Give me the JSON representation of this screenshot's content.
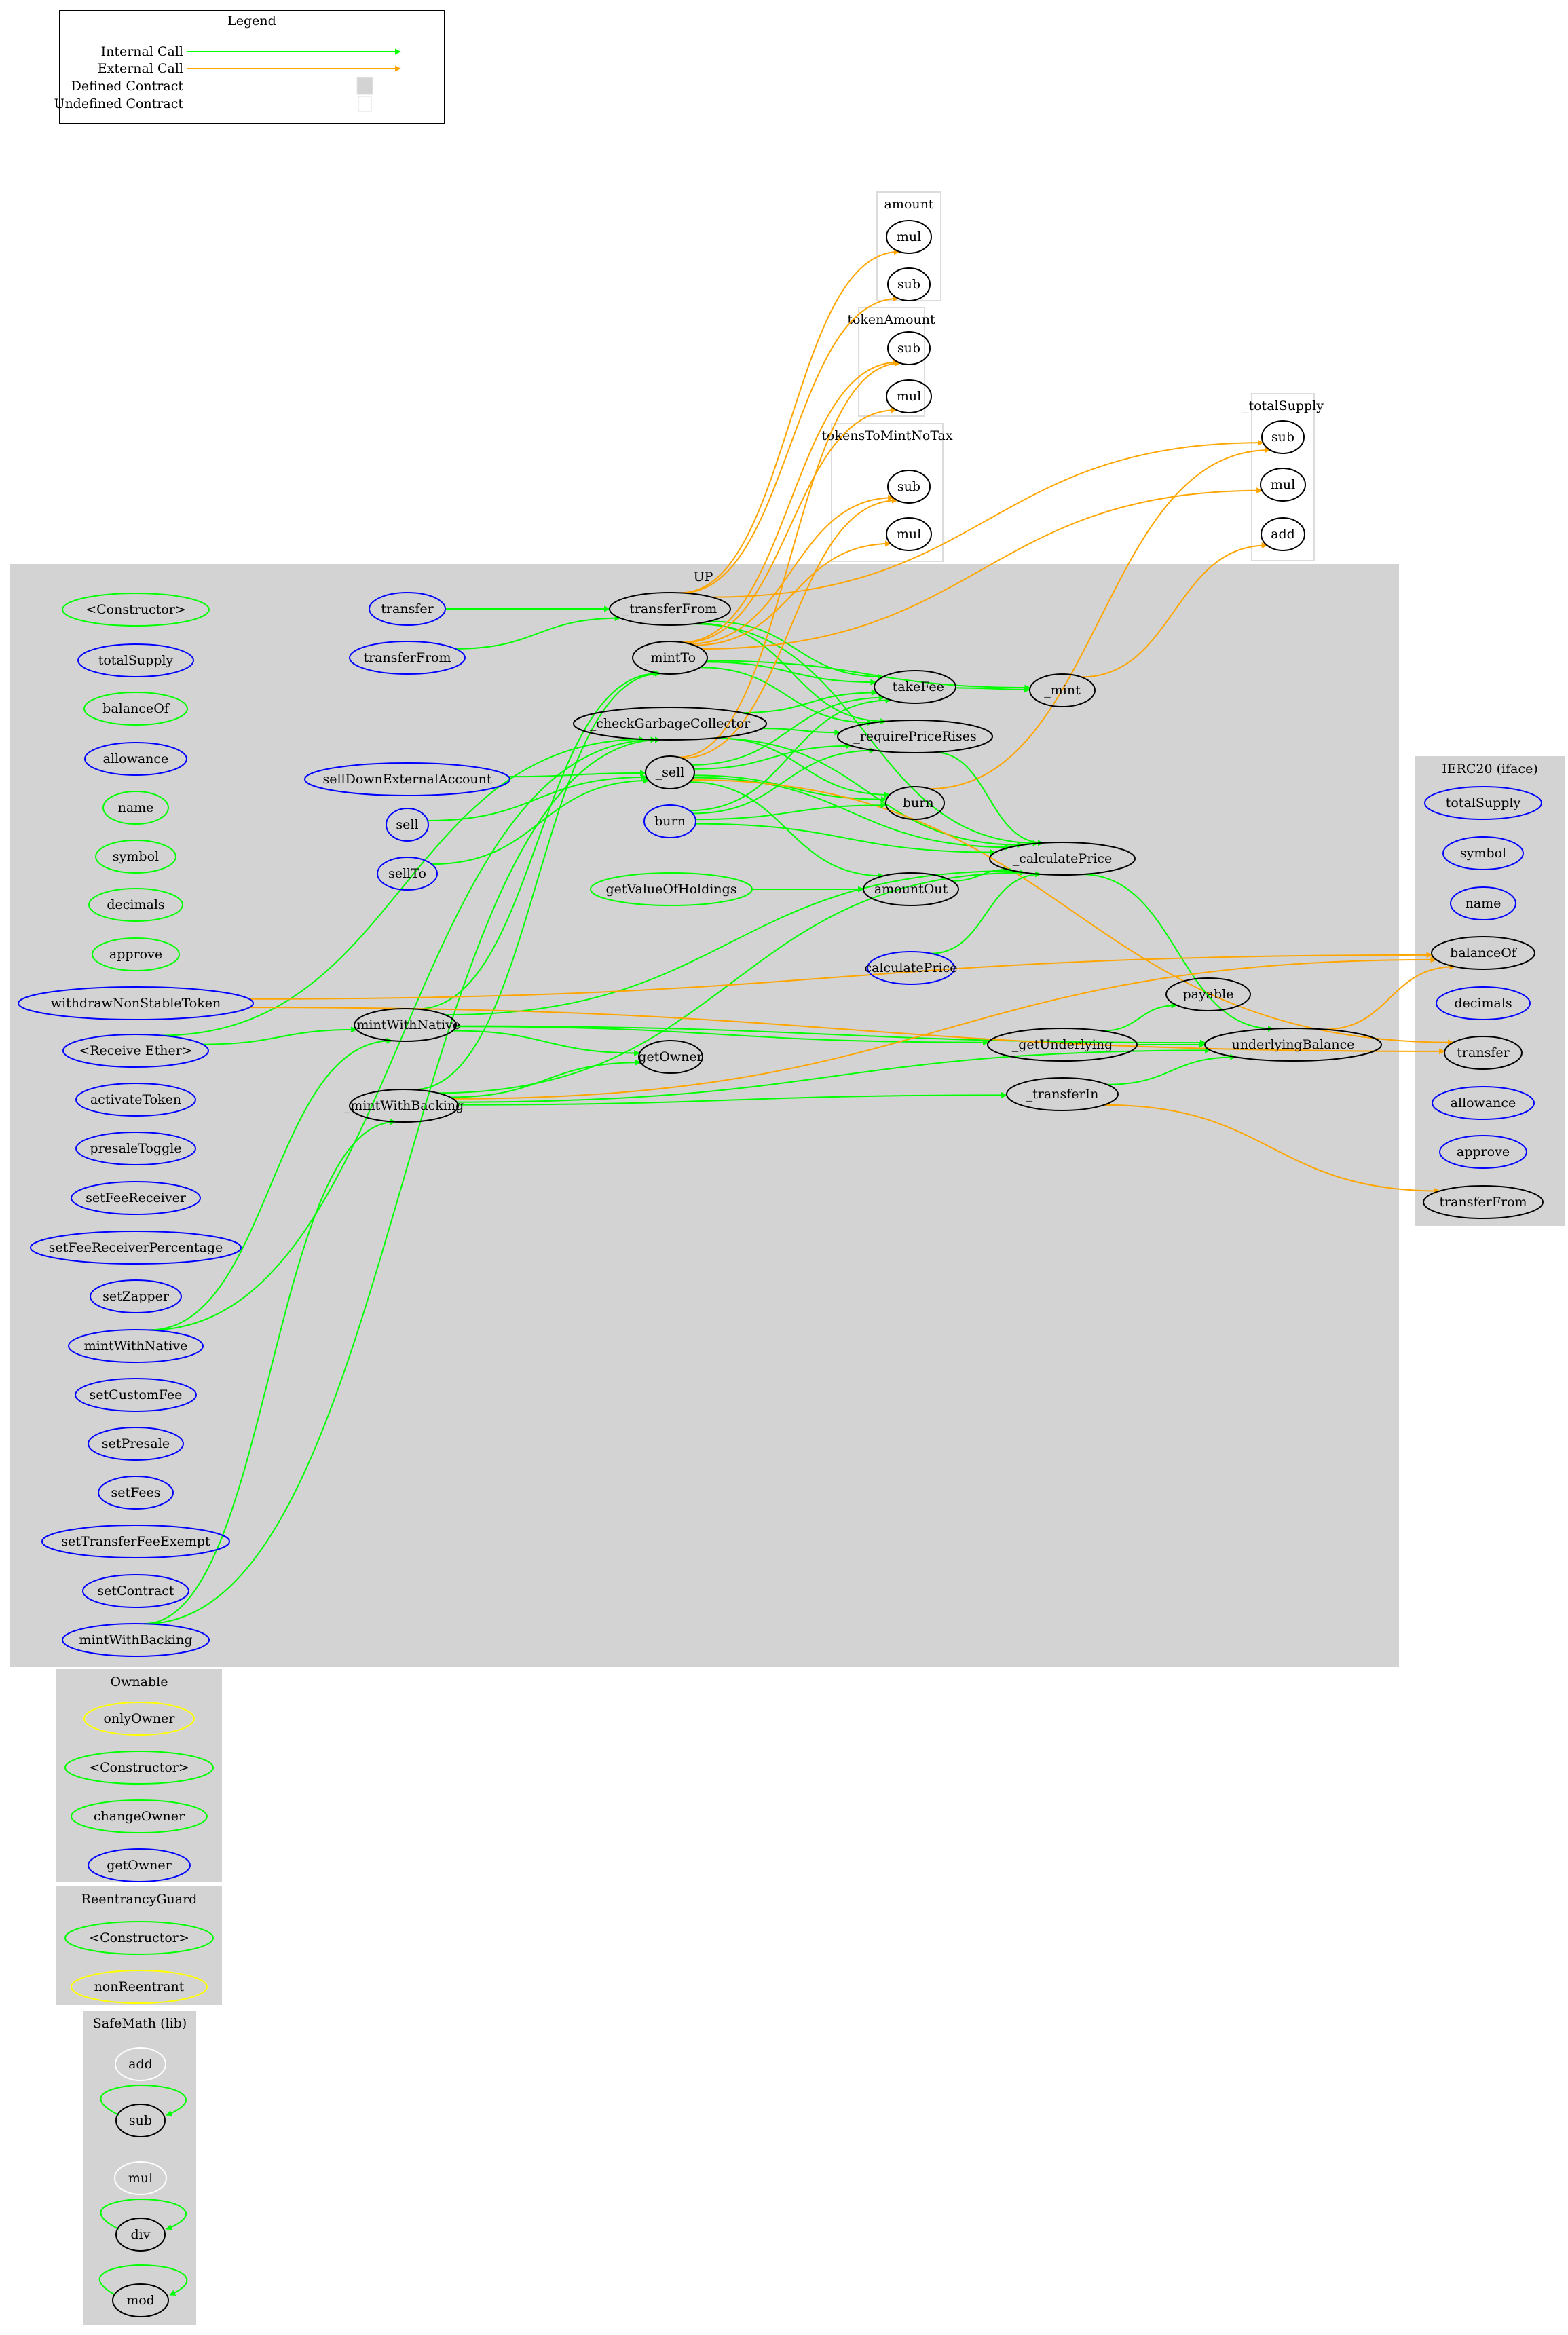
{
  "legend": {
    "title": "Legend",
    "items": [
      {
        "label": "Internal Call",
        "kind": "edge",
        "color": "#00ff00"
      },
      {
        "label": "External Call",
        "kind": "edge",
        "color": "#ffa500"
      },
      {
        "label": "Defined Contract",
        "kind": "box",
        "color": "#d3d3d3"
      },
      {
        "label": "Undefined Contract",
        "kind": "box",
        "color": "#ffffff"
      }
    ]
  },
  "colors": {
    "internal": "#00ff00",
    "external": "#ffa500",
    "defined_fill": "#d3d3d3",
    "public": "#0000ff",
    "internal_fn": "#00ff00",
    "modifier": "#ffff00",
    "other": "#000000",
    "unused": "#ffffff"
  },
  "clusters": [
    {
      "id": "UP",
      "label": "UP",
      "defined": true
    },
    {
      "id": "IERC20",
      "label": "IERC20  (iface)",
      "defined": true
    },
    {
      "id": "Ownable",
      "label": "Ownable",
      "defined": true
    },
    {
      "id": "ReentrancyGuard",
      "label": "ReentrancyGuard",
      "defined": true
    },
    {
      "id": "SafeMath",
      "label": "SafeMath  (lib)",
      "defined": true
    },
    {
      "id": "amount",
      "label": "amount",
      "defined": false
    },
    {
      "id": "tokenAmount",
      "label": "tokenAmount",
      "defined": false
    },
    {
      "id": "tokensToMintNoTax",
      "label": "tokensToMintNoTax",
      "defined": false
    },
    {
      "id": "_totalSupply",
      "label": "_totalSupply",
      "defined": false
    }
  ],
  "nodes": [
    {
      "id": "up_constructor",
      "label": "<Constructor>",
      "cluster": "UP",
      "color": "internal_fn"
    },
    {
      "id": "up_totalSupply",
      "label": "totalSupply",
      "cluster": "UP",
      "color": "public"
    },
    {
      "id": "up_balanceOf",
      "label": "balanceOf",
      "cluster": "UP",
      "color": "internal_fn"
    },
    {
      "id": "up_allowance",
      "label": "allowance",
      "cluster": "UP",
      "color": "public"
    },
    {
      "id": "up_name",
      "label": "name",
      "cluster": "UP",
      "color": "internal_fn"
    },
    {
      "id": "up_symbol",
      "label": "symbol",
      "cluster": "UP",
      "color": "internal_fn"
    },
    {
      "id": "up_decimals",
      "label": "decimals",
      "cluster": "UP",
      "color": "internal_fn"
    },
    {
      "id": "up_approve",
      "label": "approve",
      "cluster": "UP",
      "color": "internal_fn"
    },
    {
      "id": "up_withdrawNonStableToken",
      "label": "withdrawNonStableToken",
      "cluster": "UP",
      "color": "public"
    },
    {
      "id": "up_receive",
      "label": "<Receive Ether>",
      "cluster": "UP",
      "color": "public"
    },
    {
      "id": "up_activateToken",
      "label": "activateToken",
      "cluster": "UP",
      "color": "public"
    },
    {
      "id": "up_presaleToggle",
      "label": "presaleToggle",
      "cluster": "UP",
      "color": "public"
    },
    {
      "id": "up_setFeeReceiver",
      "label": "setFeeReceiver",
      "cluster": "UP",
      "color": "public"
    },
    {
      "id": "up_setFeeReceiverPercentage",
      "label": "setFeeReceiverPercentage",
      "cluster": "UP",
      "color": "public"
    },
    {
      "id": "up_setZapper",
      "label": "setZapper",
      "cluster": "UP",
      "color": "public"
    },
    {
      "id": "up_mintWithNative",
      "label": "mintWithNative",
      "cluster": "UP",
      "color": "public"
    },
    {
      "id": "up_setCustomFee",
      "label": "setCustomFee",
      "cluster": "UP",
      "color": "public"
    },
    {
      "id": "up_setPresale",
      "label": "setPresale",
      "cluster": "UP",
      "color": "public"
    },
    {
      "id": "up_setFees",
      "label": "setFees",
      "cluster": "UP",
      "color": "public"
    },
    {
      "id": "up_setTransferFeeExempt",
      "label": "setTransferFeeExempt",
      "cluster": "UP",
      "color": "public"
    },
    {
      "id": "up_setContract",
      "label": "setContract",
      "cluster": "UP",
      "color": "public"
    },
    {
      "id": "up_mintWithBacking",
      "label": "mintWithBacking",
      "cluster": "UP",
      "color": "public"
    },
    {
      "id": "up_transfer",
      "label": "transfer",
      "cluster": "UP",
      "color": "public"
    },
    {
      "id": "up_transferFrom",
      "label": "transferFrom",
      "cluster": "UP",
      "color": "public"
    },
    {
      "id": "up_sellDownExternalAccount",
      "label": "sellDownExternalAccount",
      "cluster": "UP",
      "color": "public"
    },
    {
      "id": "up_sell",
      "label": "sell",
      "cluster": "UP",
      "color": "public"
    },
    {
      "id": "up_sellTo",
      "label": "sellTo",
      "cluster": "UP",
      "color": "public"
    },
    {
      "id": "up__mintWithNative",
      "label": "_mintWithNative",
      "cluster": "UP",
      "color": "other"
    },
    {
      "id": "up__mintWithBacking",
      "label": "_mintWithBacking",
      "cluster": "UP",
      "color": "other"
    },
    {
      "id": "up__transferFrom",
      "label": "_transferFrom",
      "cluster": "UP",
      "color": "other"
    },
    {
      "id": "up__mintTo",
      "label": "_mintTo",
      "cluster": "UP",
      "color": "other"
    },
    {
      "id": "up__checkGarbageCollector",
      "label": "_checkGarbageCollector",
      "cluster": "UP",
      "color": "other"
    },
    {
      "id": "up__sell",
      "label": "_sell",
      "cluster": "UP",
      "color": "other"
    },
    {
      "id": "up_burn",
      "label": "burn",
      "cluster": "UP",
      "color": "public"
    },
    {
      "id": "up_getValueOfHoldings",
      "label": "getValueOfHoldings",
      "cluster": "UP",
      "color": "internal_fn"
    },
    {
      "id": "up_getOwner",
      "label": "getOwner",
      "cluster": "UP",
      "color": "other"
    },
    {
      "id": "up__takeFee",
      "label": "_takeFee",
      "cluster": "UP",
      "color": "other"
    },
    {
      "id": "up__requirePriceRises",
      "label": "_requirePriceRises",
      "cluster": "UP",
      "color": "other"
    },
    {
      "id": "up__burn",
      "label": "_burn",
      "cluster": "UP",
      "color": "other"
    },
    {
      "id": "up_amountOut",
      "label": "amountOut",
      "cluster": "UP",
      "color": "other"
    },
    {
      "id": "up_calculatePrice",
      "label": "calculatePrice",
      "cluster": "UP",
      "color": "public"
    },
    {
      "id": "up__mint",
      "label": "_mint",
      "cluster": "UP",
      "color": "other"
    },
    {
      "id": "up__calculatePrice",
      "label": "_calculatePrice",
      "cluster": "UP",
      "color": "other"
    },
    {
      "id": "up_payable",
      "label": "payable",
      "cluster": "UP",
      "color": "other"
    },
    {
      "id": "up__getUnderlying",
      "label": "_getUnderlying",
      "cluster": "UP",
      "color": "other"
    },
    {
      "id": "up_underlyingBalance",
      "label": "underlyingBalance",
      "cluster": "UP",
      "color": "other"
    },
    {
      "id": "up__transferIn",
      "label": "_transferIn",
      "cluster": "UP",
      "color": "other"
    },
    {
      "id": "amount_mul",
      "label": "mul",
      "cluster": "amount",
      "color": "other"
    },
    {
      "id": "amount_sub",
      "label": "sub",
      "cluster": "amount",
      "color": "other"
    },
    {
      "id": "tokenAmount_sub",
      "label": "sub",
      "cluster": "tokenAmount",
      "color": "other"
    },
    {
      "id": "tokenAmount_mul",
      "label": "mul",
      "cluster": "tokenAmount",
      "color": "other"
    },
    {
      "id": "ttm_sub",
      "label": "sub",
      "cluster": "tokensToMintNoTax",
      "color": "other"
    },
    {
      "id": "ttm_mul",
      "label": "mul",
      "cluster": "tokensToMintNoTax",
      "color": "other"
    },
    {
      "id": "ts_sub",
      "label": "sub",
      "cluster": "_totalSupply",
      "color": "other"
    },
    {
      "id": "ts_mul",
      "label": "mul",
      "cluster": "_totalSupply",
      "color": "other"
    },
    {
      "id": "ts_add",
      "label": "add",
      "cluster": "_totalSupply",
      "color": "other"
    },
    {
      "id": "ierc_totalSupply",
      "label": "totalSupply",
      "cluster": "IERC20",
      "color": "public"
    },
    {
      "id": "ierc_symbol",
      "label": "symbol",
      "cluster": "IERC20",
      "color": "public"
    },
    {
      "id": "ierc_name",
      "label": "name",
      "cluster": "IERC20",
      "color": "public"
    },
    {
      "id": "ierc_balanceOf",
      "label": "balanceOf",
      "cluster": "IERC20",
      "color": "other"
    },
    {
      "id": "ierc_decimals",
      "label": "decimals",
      "cluster": "IERC20",
      "color": "public"
    },
    {
      "id": "ierc_transfer",
      "label": "transfer",
      "cluster": "IERC20",
      "color": "other"
    },
    {
      "id": "ierc_allowance",
      "label": "allowance",
      "cluster": "IERC20",
      "color": "public"
    },
    {
      "id": "ierc_approve",
      "label": "approve",
      "cluster": "IERC20",
      "color": "public"
    },
    {
      "id": "ierc_transferFrom",
      "label": "transferFrom",
      "cluster": "IERC20",
      "color": "other"
    },
    {
      "id": "own_onlyOwner",
      "label": "onlyOwner",
      "cluster": "Ownable",
      "color": "modifier"
    },
    {
      "id": "own_constructor",
      "label": "<Constructor>",
      "cluster": "Ownable",
      "color": "internal_fn"
    },
    {
      "id": "own_changeOwner",
      "label": "changeOwner",
      "cluster": "Ownable",
      "color": "internal_fn"
    },
    {
      "id": "own_getOwner",
      "label": "getOwner",
      "cluster": "Ownable",
      "color": "public"
    },
    {
      "id": "rg_constructor",
      "label": "<Constructor>",
      "cluster": "ReentrancyGuard",
      "color": "internal_fn"
    },
    {
      "id": "rg_nonReentrant",
      "label": "nonReentrant",
      "cluster": "ReentrancyGuard",
      "color": "modifier"
    },
    {
      "id": "sm_add",
      "label": "add",
      "cluster": "SafeMath",
      "color": "unused"
    },
    {
      "id": "sm_sub",
      "label": "sub",
      "cluster": "SafeMath",
      "color": "other"
    },
    {
      "id": "sm_mul",
      "label": "mul",
      "cluster": "SafeMath",
      "color": "unused"
    },
    {
      "id": "sm_div",
      "label": "div",
      "cluster": "SafeMath",
      "color": "other"
    },
    {
      "id": "sm_mod",
      "label": "mod",
      "cluster": "SafeMath",
      "color": "other"
    }
  ],
  "edges": [
    {
      "from": "up_transfer",
      "to": "up__transferFrom",
      "type": "internal"
    },
    {
      "from": "up_transferFrom",
      "to": "up__transferFrom",
      "type": "internal"
    },
    {
      "from": "up__transferFrom",
      "to": "up__takeFee",
      "type": "internal"
    },
    {
      "from": "up__transferFrom",
      "to": "up__requirePriceRises",
      "type": "internal"
    },
    {
      "from": "up__transferFrom",
      "to": "up__calculatePrice",
      "type": "internal"
    },
    {
      "from": "up__transferFrom",
      "to": "amount_mul",
      "type": "external"
    },
    {
      "from": "up__transferFrom",
      "to": "amount_sub",
      "type": "external"
    },
    {
      "from": "up__transferFrom",
      "to": "ts_sub",
      "type": "external"
    },
    {
      "from": "up__mintTo",
      "to": "up__takeFee",
      "type": "internal"
    },
    {
      "from": "up__mintTo",
      "to": "up__mint",
      "type": "internal"
    },
    {
      "from": "up__mintTo",
      "to": "up__requirePriceRises",
      "type": "internal"
    },
    {
      "from": "up__mintTo",
      "to": "tokenAmount_sub",
      "type": "external"
    },
    {
      "from": "up__mintTo",
      "to": "tokenAmount_mul",
      "type": "external"
    },
    {
      "from": "up__mintTo",
      "to": "ttm_sub",
      "type": "external"
    },
    {
      "from": "up__mintTo",
      "to": "ttm_mul",
      "type": "external"
    },
    {
      "from": "up__mintTo",
      "to": "ts_mul",
      "type": "external"
    },
    {
      "from": "up__takeFee",
      "to": "up__mint",
      "type": "internal"
    },
    {
      "from": "up__mint",
      "to": "ts_add",
      "type": "external"
    },
    {
      "from": "up__burn",
      "to": "ts_sub",
      "type": "external"
    },
    {
      "from": "up__checkGarbageCollector",
      "to": "up__takeFee",
      "type": "internal"
    },
    {
      "from": "up__checkGarbageCollector",
      "to": "up__burn",
      "type": "internal"
    },
    {
      "from": "up__checkGarbageCollector",
      "to": "up__calculatePrice",
      "type": "internal"
    },
    {
      "from": "up__checkGarbageCollector",
      "to": "up__requirePriceRises",
      "type": "internal"
    },
    {
      "from": "up_sellDownExternalAccount",
      "to": "up__sell",
      "type": "internal"
    },
    {
      "from": "up_sell",
      "to": "up__sell",
      "type": "internal"
    },
    {
      "from": "up_sellTo",
      "to": "up__sell",
      "type": "internal"
    },
    {
      "from": "up__sell",
      "to": "up__takeFee",
      "type": "internal"
    },
    {
      "from": "up__sell",
      "to": "up__burn",
      "type": "internal"
    },
    {
      "from": "up__sell",
      "to": "up__requirePriceRises",
      "type": "internal"
    },
    {
      "from": "up__sell",
      "to": "up__calculatePrice",
      "type": "internal"
    },
    {
      "from": "up__sell",
      "to": "up_amountOut",
      "type": "internal"
    },
    {
      "from": "up__sell",
      "to": "tokenAmount_sub",
      "type": "external"
    },
    {
      "from": "up__sell",
      "to": "ttm_sub",
      "type": "external"
    },
    {
      "from": "up__sell",
      "to": "ierc_transfer",
      "type": "external"
    },
    {
      "from": "up_burn",
      "to": "up__burn",
      "type": "internal"
    },
    {
      "from": "up_burn",
      "to": "up__takeFee",
      "type": "internal"
    },
    {
      "from": "up_burn",
      "to": "up__requirePriceRises",
      "type": "internal"
    },
    {
      "from": "up_burn",
      "to": "up__calculatePrice",
      "type": "internal"
    },
    {
      "from": "up_getValueOfHoldings",
      "to": "up_amountOut",
      "type": "internal"
    },
    {
      "from": "up_amountOut",
      "to": "up__calculatePrice",
      "type": "internal"
    },
    {
      "from": "up_calculatePrice",
      "to": "up__calculatePrice",
      "type": "internal"
    },
    {
      "from": "up__calculatePrice",
      "to": "up_underlyingBalance",
      "type": "internal"
    },
    {
      "from": "up__requirePriceRises",
      "to": "up__calculatePrice",
      "type": "internal"
    },
    {
      "from": "up_underlyingBalance",
      "to": "ierc_balanceOf",
      "type": "external"
    },
    {
      "from": "up__getUnderlying",
      "to": "up_payable",
      "type": "internal"
    },
    {
      "from": "up__getUnderlying",
      "to": "up_underlyingBalance",
      "type": "internal"
    },
    {
      "from": "up__transferIn",
      "to": "up_underlyingBalance",
      "type": "internal"
    },
    {
      "from": "up__transferIn",
      "to": "ierc_transferFrom",
      "type": "external"
    },
    {
      "from": "up_receive",
      "to": "up__mintWithNative",
      "type": "internal"
    },
    {
      "from": "up_receive",
      "to": "up__checkGarbageCollector",
      "type": "internal"
    },
    {
      "from": "up_mintWithNative",
      "to": "up__mintWithNative",
      "type": "internal"
    },
    {
      "from": "up_mintWithNative",
      "to": "up__checkGarbageCollector",
      "type": "internal"
    },
    {
      "from": "up_mintWithBacking",
      "to": "up__mintWithBacking",
      "type": "internal"
    },
    {
      "from": "up_mintWithBacking",
      "to": "up__checkGarbageCollector",
      "type": "internal"
    },
    {
      "from": "up__mintWithNative",
      "to": "up__mintTo",
      "type": "internal"
    },
    {
      "from": "up__mintWithNative",
      "to": "up_getOwner",
      "type": "internal"
    },
    {
      "from": "up__mintWithNative",
      "to": "up__getUnderlying",
      "type": "internal"
    },
    {
      "from": "up__mintWithNative",
      "to": "up__calculatePrice",
      "type": "internal"
    },
    {
      "from": "up__mintWithNative",
      "to": "up_underlyingBalance",
      "type": "internal"
    },
    {
      "from": "up__mintWithBacking",
      "to": "up__mintTo",
      "type": "internal"
    },
    {
      "from": "up__mintWithBacking",
      "to": "up_getOwner",
      "type": "internal"
    },
    {
      "from": "up__mintWithBacking",
      "to": "up__transferIn",
      "type": "internal"
    },
    {
      "from": "up__mintWithBacking",
      "to": "up__calculatePrice",
      "type": "internal"
    },
    {
      "from": "up__mintWithBacking",
      "to": "up_underlyingBalance",
      "type": "internal"
    },
    {
      "from": "up__mintWithBacking",
      "to": "ierc_balanceOf",
      "type": "external"
    },
    {
      "from": "up_withdrawNonStableToken",
      "to": "ierc_balanceOf",
      "type": "external"
    },
    {
      "from": "up_withdrawNonStableToken",
      "to": "ierc_transfer",
      "type": "external"
    },
    {
      "from": "sm_sub",
      "to": "sm_sub",
      "type": "internal"
    },
    {
      "from": "sm_div",
      "to": "sm_div",
      "type": "internal"
    },
    {
      "from": "sm_mod",
      "to": "sm_mod",
      "type": "internal"
    }
  ]
}
